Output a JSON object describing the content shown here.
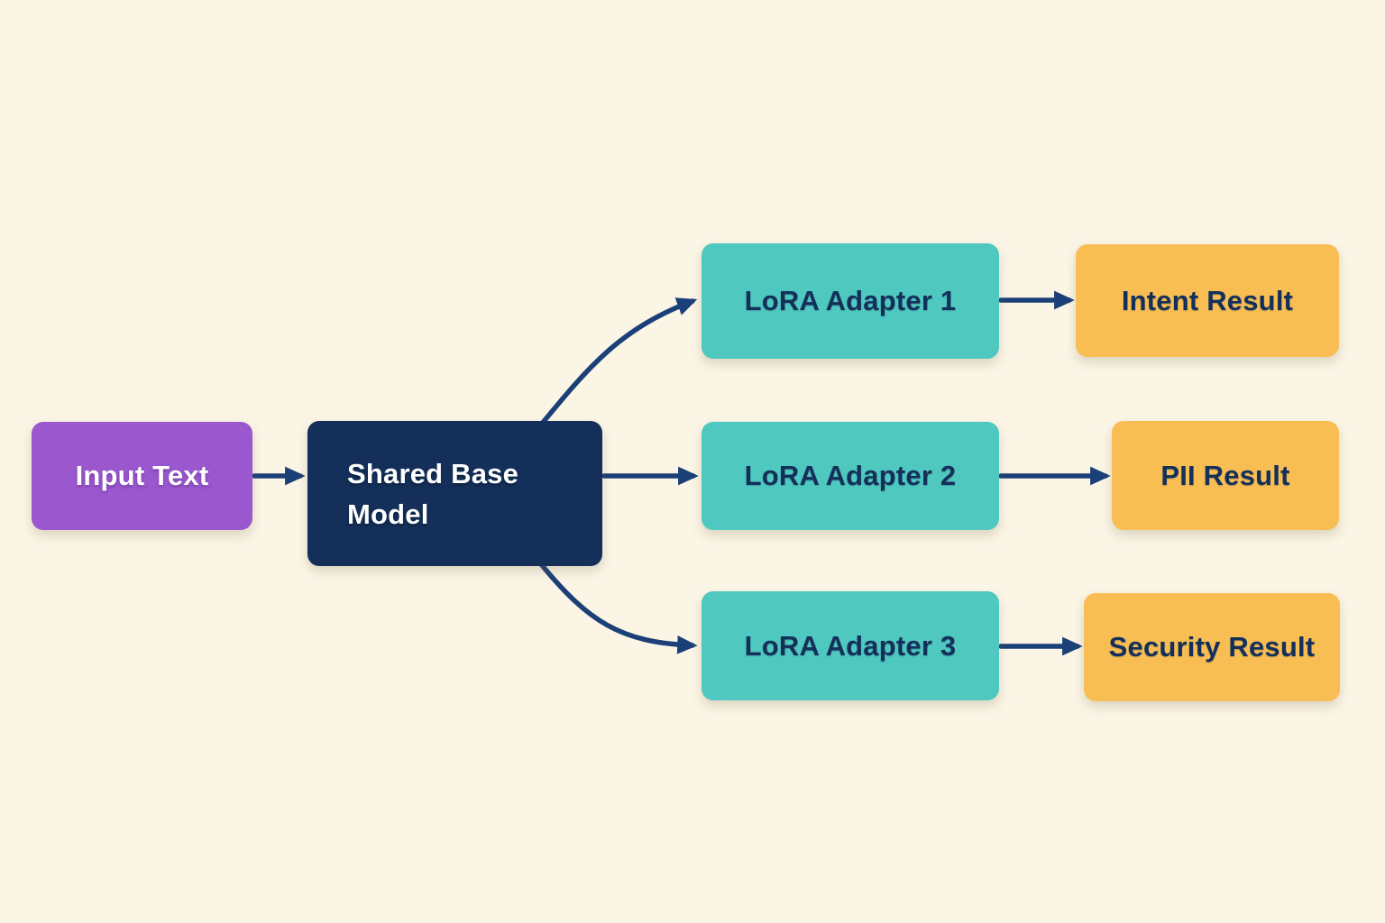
{
  "diagram": {
    "type": "flowchart",
    "direction": "left-to-right",
    "nodes": {
      "input": {
        "label": "Input Text",
        "role": "input",
        "color": "#9A57CE"
      },
      "base": {
        "label": "Shared Base Model",
        "role": "model",
        "color": "#14305A"
      },
      "lora1": {
        "label": "LoRA Adapter 1",
        "role": "adapter",
        "color": "#4FC8BF"
      },
      "lora2": {
        "label": "LoRA Adapter 2",
        "role": "adapter",
        "color": "#4FC8BF"
      },
      "lora3": {
        "label": "LoRA Adapter 3",
        "role": "adapter",
        "color": "#4FC8BF"
      },
      "intent": {
        "label": "Intent Result",
        "role": "output",
        "color": "#F8BE53"
      },
      "pii": {
        "label": "PII Result",
        "role": "output",
        "color": "#F8BE53"
      },
      "security": {
        "label": "Security Result",
        "role": "output",
        "color": "#F8BE53"
      }
    },
    "edges": [
      {
        "from": "input",
        "to": "base"
      },
      {
        "from": "base",
        "to": "lora1"
      },
      {
        "from": "base",
        "to": "lora2"
      },
      {
        "from": "base",
        "to": "lora3"
      },
      {
        "from": "lora1",
        "to": "intent"
      },
      {
        "from": "lora2",
        "to": "pii"
      },
      {
        "from": "lora3",
        "to": "security"
      }
    ],
    "colors": {
      "background": "#FBF5E6",
      "purple": "#9A57CE",
      "navy": "#14305A",
      "teal": "#4FC8BF",
      "amber": "#F8BE53",
      "arrow": "#1B4077",
      "text_dark": "#14305A",
      "text_light": "#FFFFFF"
    }
  }
}
